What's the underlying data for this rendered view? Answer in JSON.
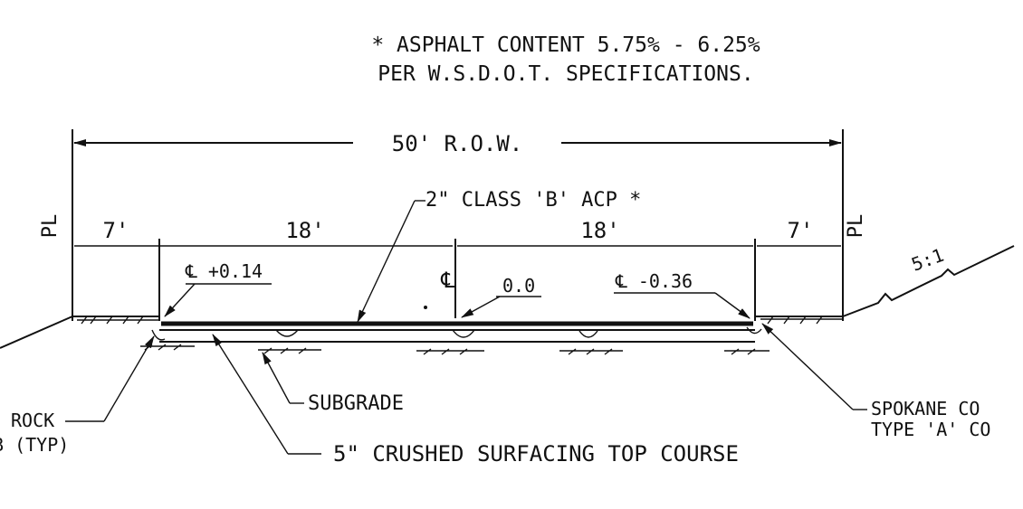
{
  "note": {
    "line1": "* ASPHALT CONTENT 5.75% - 6.25%",
    "line2": "PER W.S.D.O.T. SPECIFICATIONS."
  },
  "dimensions": {
    "row": "50' R.O.W.",
    "left_shoulder": "7'",
    "left_lane": "18'",
    "right_lane": "18'",
    "right_shoulder": "7'"
  },
  "property_line_symbol": "PL",
  "centerline_symbol": "℄",
  "elevations": {
    "left": "℄ +0.14",
    "center": "0.0",
    "right": "℄ -0.36"
  },
  "labels": {
    "acp": "2\" CLASS 'B' ACP *",
    "subgrade": "SUBGRADE",
    "crushed": "5\" CRUSHED SURFACING TOP COURSE",
    "rock": "ROCK",
    "rock_sub": "B (TYP)",
    "spokane_1": "SPOKANE CO",
    "spokane_2": "TYPE 'A' CO",
    "slope": "5:1"
  }
}
